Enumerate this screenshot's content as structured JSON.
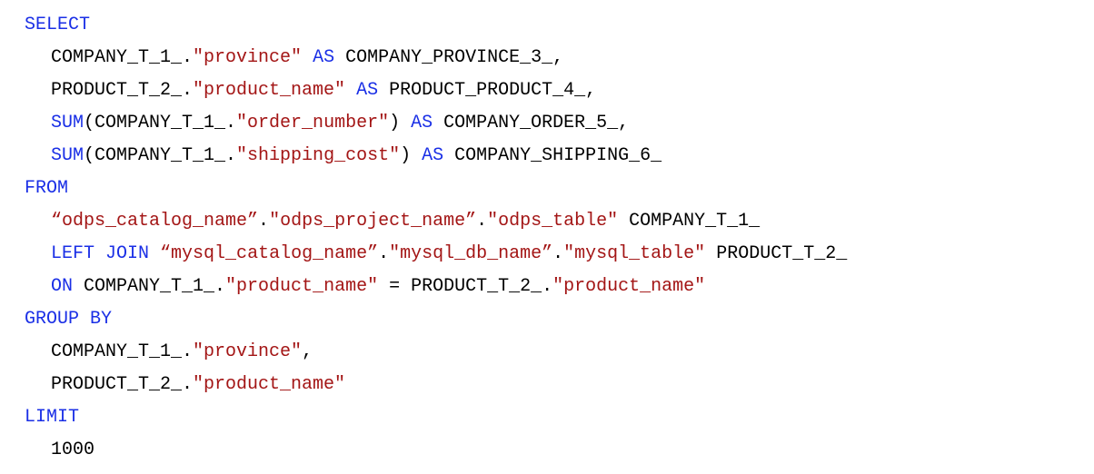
{
  "lines": [
    {
      "indent": 0,
      "tokens": [
        {
          "t": "kw",
          "v": "SELECT"
        }
      ]
    },
    {
      "indent": 1,
      "tokens": [
        {
          "t": "plain",
          "v": "COMPANY_T_1_."
        },
        {
          "t": "str",
          "v": "\"province\""
        },
        {
          "t": "plain",
          "v": " "
        },
        {
          "t": "kw",
          "v": "AS"
        },
        {
          "t": "plain",
          "v": " COMPANY_PROVINCE_3_,"
        }
      ]
    },
    {
      "indent": 1,
      "tokens": [
        {
          "t": "plain",
          "v": "PRODUCT_T_2_."
        },
        {
          "t": "str",
          "v": "\"product_name\""
        },
        {
          "t": "plain",
          "v": " "
        },
        {
          "t": "kw",
          "v": "AS"
        },
        {
          "t": "plain",
          "v": " PRODUCT_PRODUCT_4_,"
        }
      ]
    },
    {
      "indent": 1,
      "tokens": [
        {
          "t": "kw",
          "v": "SUM"
        },
        {
          "t": "plain",
          "v": "(COMPANY_T_1_."
        },
        {
          "t": "str",
          "v": "\"order_number\""
        },
        {
          "t": "plain",
          "v": ") "
        },
        {
          "t": "kw",
          "v": "AS"
        },
        {
          "t": "plain",
          "v": " COMPANY_ORDER_5_,"
        }
      ]
    },
    {
      "indent": 1,
      "tokens": [
        {
          "t": "kw",
          "v": "SUM"
        },
        {
          "t": "plain",
          "v": "(COMPANY_T_1_."
        },
        {
          "t": "str",
          "v": "\"shipping_cost\""
        },
        {
          "t": "plain",
          "v": ") "
        },
        {
          "t": "kw",
          "v": "AS"
        },
        {
          "t": "plain",
          "v": " COMPANY_SHIPPING_6_"
        }
      ]
    },
    {
      "indent": 0,
      "tokens": [
        {
          "t": "kw",
          "v": "FROM"
        }
      ]
    },
    {
      "indent": 1,
      "tokens": [
        {
          "t": "str",
          "v": "“odps_catalog_name”"
        },
        {
          "t": "plain",
          "v": "."
        },
        {
          "t": "str",
          "v": "\"odps_project_name”"
        },
        {
          "t": "plain",
          "v": "."
        },
        {
          "t": "str",
          "v": "\"odps_table\""
        },
        {
          "t": "plain",
          "v": " COMPANY_T_1_"
        }
      ]
    },
    {
      "indent": 1,
      "tokens": [
        {
          "t": "kw",
          "v": "LEFT JOIN"
        },
        {
          "t": "plain",
          "v": " "
        },
        {
          "t": "str",
          "v": "“mysql_catalog_name”"
        },
        {
          "t": "plain",
          "v": "."
        },
        {
          "t": "str",
          "v": "\"mysql_db_name”"
        },
        {
          "t": "plain",
          "v": "."
        },
        {
          "t": "str",
          "v": "\"mysql_table\""
        },
        {
          "t": "plain",
          "v": " PRODUCT_T_2_"
        }
      ]
    },
    {
      "indent": 1,
      "tokens": [
        {
          "t": "kw",
          "v": "ON"
        },
        {
          "t": "plain",
          "v": " COMPANY_T_1_."
        },
        {
          "t": "str",
          "v": "\"product_name\""
        },
        {
          "t": "plain",
          "v": " = PRODUCT_T_2_."
        },
        {
          "t": "str",
          "v": "\"product_name\""
        }
      ]
    },
    {
      "indent": 0,
      "tokens": [
        {
          "t": "kw",
          "v": "GROUP BY"
        }
      ]
    },
    {
      "indent": 1,
      "tokens": [
        {
          "t": "plain",
          "v": "COMPANY_T_1_."
        },
        {
          "t": "str",
          "v": "\"province\""
        },
        {
          "t": "plain",
          "v": ","
        }
      ]
    },
    {
      "indent": 1,
      "tokens": [
        {
          "t": "plain",
          "v": "PRODUCT_T_2_."
        },
        {
          "t": "str",
          "v": "\"product_name\""
        }
      ]
    },
    {
      "indent": 0,
      "tokens": [
        {
          "t": "kw",
          "v": "LIMIT"
        }
      ]
    },
    {
      "indent": 1,
      "tokens": [
        {
          "t": "plain",
          "v": "1000"
        }
      ]
    }
  ],
  "colors": {
    "keyword": "#1a2fe6",
    "string": "#a31515",
    "plain": "#000000"
  }
}
